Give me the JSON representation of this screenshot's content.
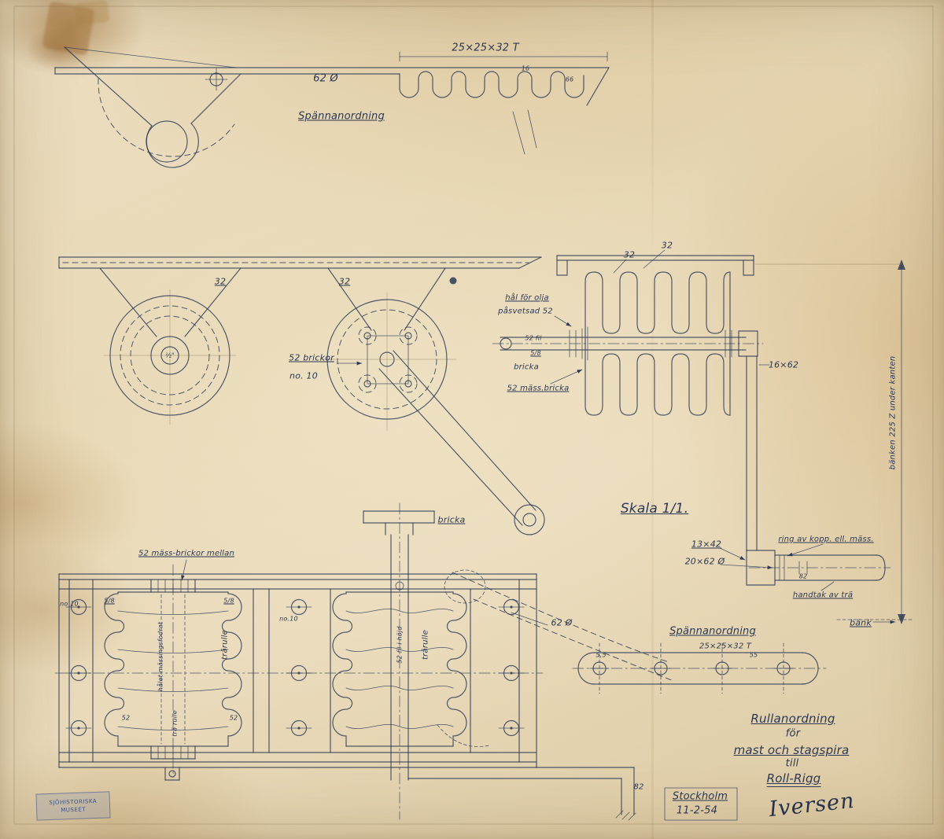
{
  "sheet": {
    "scale_note": "Skala 1/1.",
    "bench_dim": "bänken 225 Z under kanten",
    "bench": "bänk"
  },
  "top_view": {
    "profile": "25×25×32 T",
    "rod_dia": "62 Ø",
    "dim16": "16",
    "dim66": "66",
    "caption": "Spännanordning"
  },
  "front_view": {
    "dim32_left": "32",
    "dim32_mid": "32",
    "hub": "½\"",
    "washers": "52 brickor",
    "washers_no": "no. 10"
  },
  "side_view": {
    "dim32_a": "32",
    "dim32_b": "32",
    "oil1": "hål för olja",
    "oil2": "påsvetsad 52",
    "fil": "52 fil",
    "axle_dia": "5/8",
    "washer": "bricka",
    "brass_washer": "52 mäss.bricka",
    "bar": "16×62"
  },
  "handle": {
    "dim_a": "13×42",
    "dim_b": "20×62 Ø",
    "ring": "ring av kopp. ell. mäss.",
    "dim82": "82",
    "wood": "handtak av trä"
  },
  "plan_view": {
    "brass_note": "52 mäss-brickor mellan",
    "no10_a": "no 10",
    "dia_a": "5/8",
    "dia_b": "5/8",
    "no10_b": "no.10",
    "liner": "hålet mässingsfodrat",
    "roller_a": "trärulle",
    "roller_b": "trä rulle",
    "dim52_a": "52",
    "dim52_b": "52",
    "washer": "bricka",
    "shaft_note": "52 fil i höjd",
    "roller_c": "trärulle",
    "rod_dia": "62 Ø",
    "caption": "Spännanordning",
    "profile": "25×25×32 T",
    "dim55_a": "5,5",
    "dim55_b": "55",
    "dim82": "82"
  },
  "title_block": {
    "line1": "Rullanordning",
    "line2": "för",
    "line3": "mast och stagspira",
    "line4": "till",
    "line5": "Roll-Rigg",
    "city": "Stockholm",
    "date": "11-2-54",
    "signature": "Iversen"
  },
  "stamp": {
    "line1": "SJÖHISTORISKA",
    "line2": "MUSEET"
  }
}
